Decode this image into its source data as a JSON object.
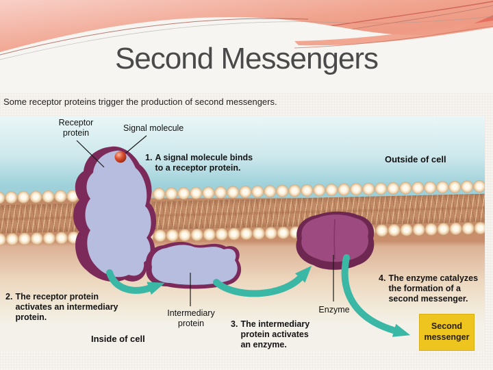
{
  "slide": {
    "title": "Second Messengers",
    "intro": "Some receptor proteins trigger the production of second messengers.",
    "accent_pink": "#f0a28c"
  },
  "diagram": {
    "region_labels": {
      "outside": "Outside of cell",
      "inside": "Inside of cell"
    },
    "part_labels": {
      "receptor": "Receptor\nprotein",
      "signal": "Signal molecule",
      "intermediary": "Intermediary\nprotein",
      "enzyme": "Enzyme"
    },
    "steps": [
      {
        "num": "1.",
        "text": "A signal molecule binds to a receptor protein."
      },
      {
        "num": "2.",
        "text": "The receptor protein activates an intermediary protein."
      },
      {
        "num": "3.",
        "text": "The intermediary protein activates an enzyme."
      },
      {
        "num": "4.",
        "text": "The enzyme catalyzes the formation of a second messenger."
      }
    ],
    "second_messenger_box": "Second messenger",
    "colors": {
      "arrow_teal": "#3ab7a5",
      "box_yellow": "#eec41e",
      "membrane_tan": "#c18a66",
      "protein_purple": "#7c2a5a",
      "protein_lavender": "#b6bddf",
      "enzyme_dark": "#6e2750",
      "enzyme_light": "#9c4a7f",
      "signal_red": "#cf3d22",
      "outside_blue": "#9ccfd8"
    }
  }
}
